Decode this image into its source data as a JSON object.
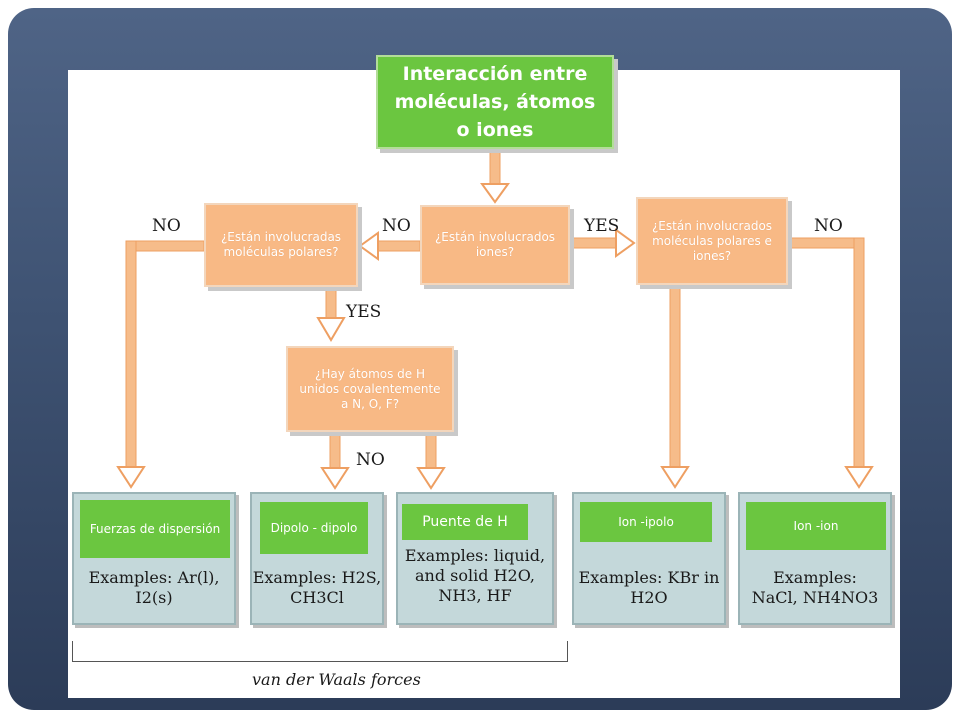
{
  "title": "Interacción entre moléculas, átomos o iones",
  "questions": {
    "polar": "¿Están involucradas moléculas polares?",
    "ions": "¿Están involucrados iones?",
    "polar_ions": "¿Están involucrados moléculas polares e iones?",
    "hbond": "¿Hay átomos de H unidos covalentemente a N, O, F?"
  },
  "labels": {
    "no_far_left": "NO",
    "no_left": "NO",
    "yes_right": "YES",
    "no_right": "NO",
    "yes_down": "YES",
    "no_down": "NO"
  },
  "results": [
    {
      "label": "Fuerzas de dispersión",
      "text": "Examples: Ar(l),\nI2(s)"
    },
    {
      "label": "Dipolo - dipolo",
      "text": "Examples: H2S,\nCH3Cl"
    },
    {
      "label": "Puente de H",
      "text": "Examples: liquid,\nand solid H2O,\nNH3, HF"
    },
    {
      "label": "Ion -ipolo",
      "text": "Examples: KBr in\nH2O"
    },
    {
      "label": "Ion -ion",
      "text": "Examples:\nNaCl, NH4NO3"
    }
  ],
  "footer": "van der Waals forces",
  "colors": {
    "green": "#6bc640",
    "orange": "#f8b985",
    "arrow": "#f6bc8a",
    "result_bg": "#c4d8da"
  }
}
